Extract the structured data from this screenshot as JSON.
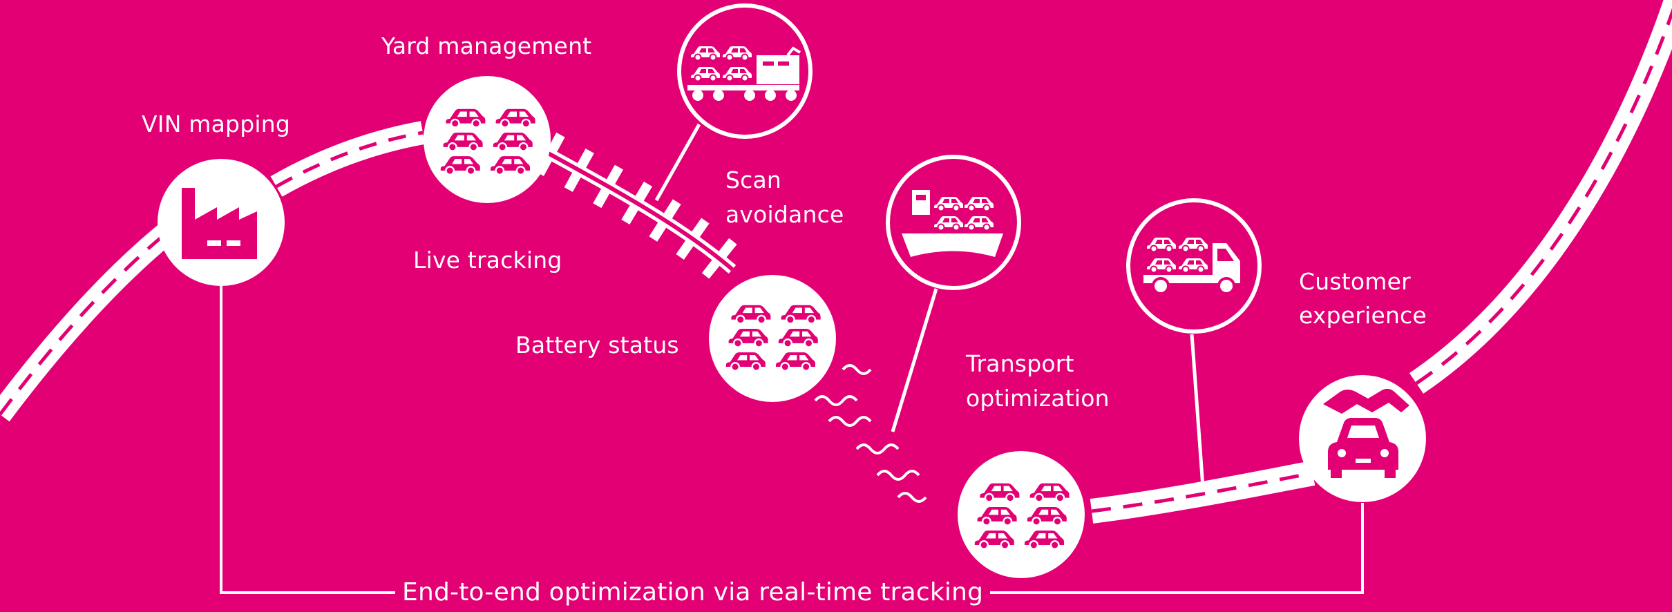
{
  "colors": {
    "background": "#E20074",
    "foreground": "#FFFFFF"
  },
  "labels": {
    "vin_mapping": "VIN mapping",
    "yard_management": "Yard management",
    "live_tracking": "Live tracking",
    "scan_avoidance_line1": "Scan",
    "scan_avoidance_line2": "avoidance",
    "battery_status": "Battery status",
    "transport_optimization_line1": "Transport",
    "transport_optimization_line2": "optimization",
    "customer_experience_line1": "Customer",
    "customer_experience_line2": "experience",
    "bottom_caption": "End-to-end optimization via real-time tracking"
  },
  "icons": [
    "factory-icon",
    "car-group-icon",
    "car-group-icon",
    "car-group-icon",
    "train-cars-icon",
    "ship-cars-icon",
    "truck-cars-icon",
    "handshake-car-icon"
  ]
}
